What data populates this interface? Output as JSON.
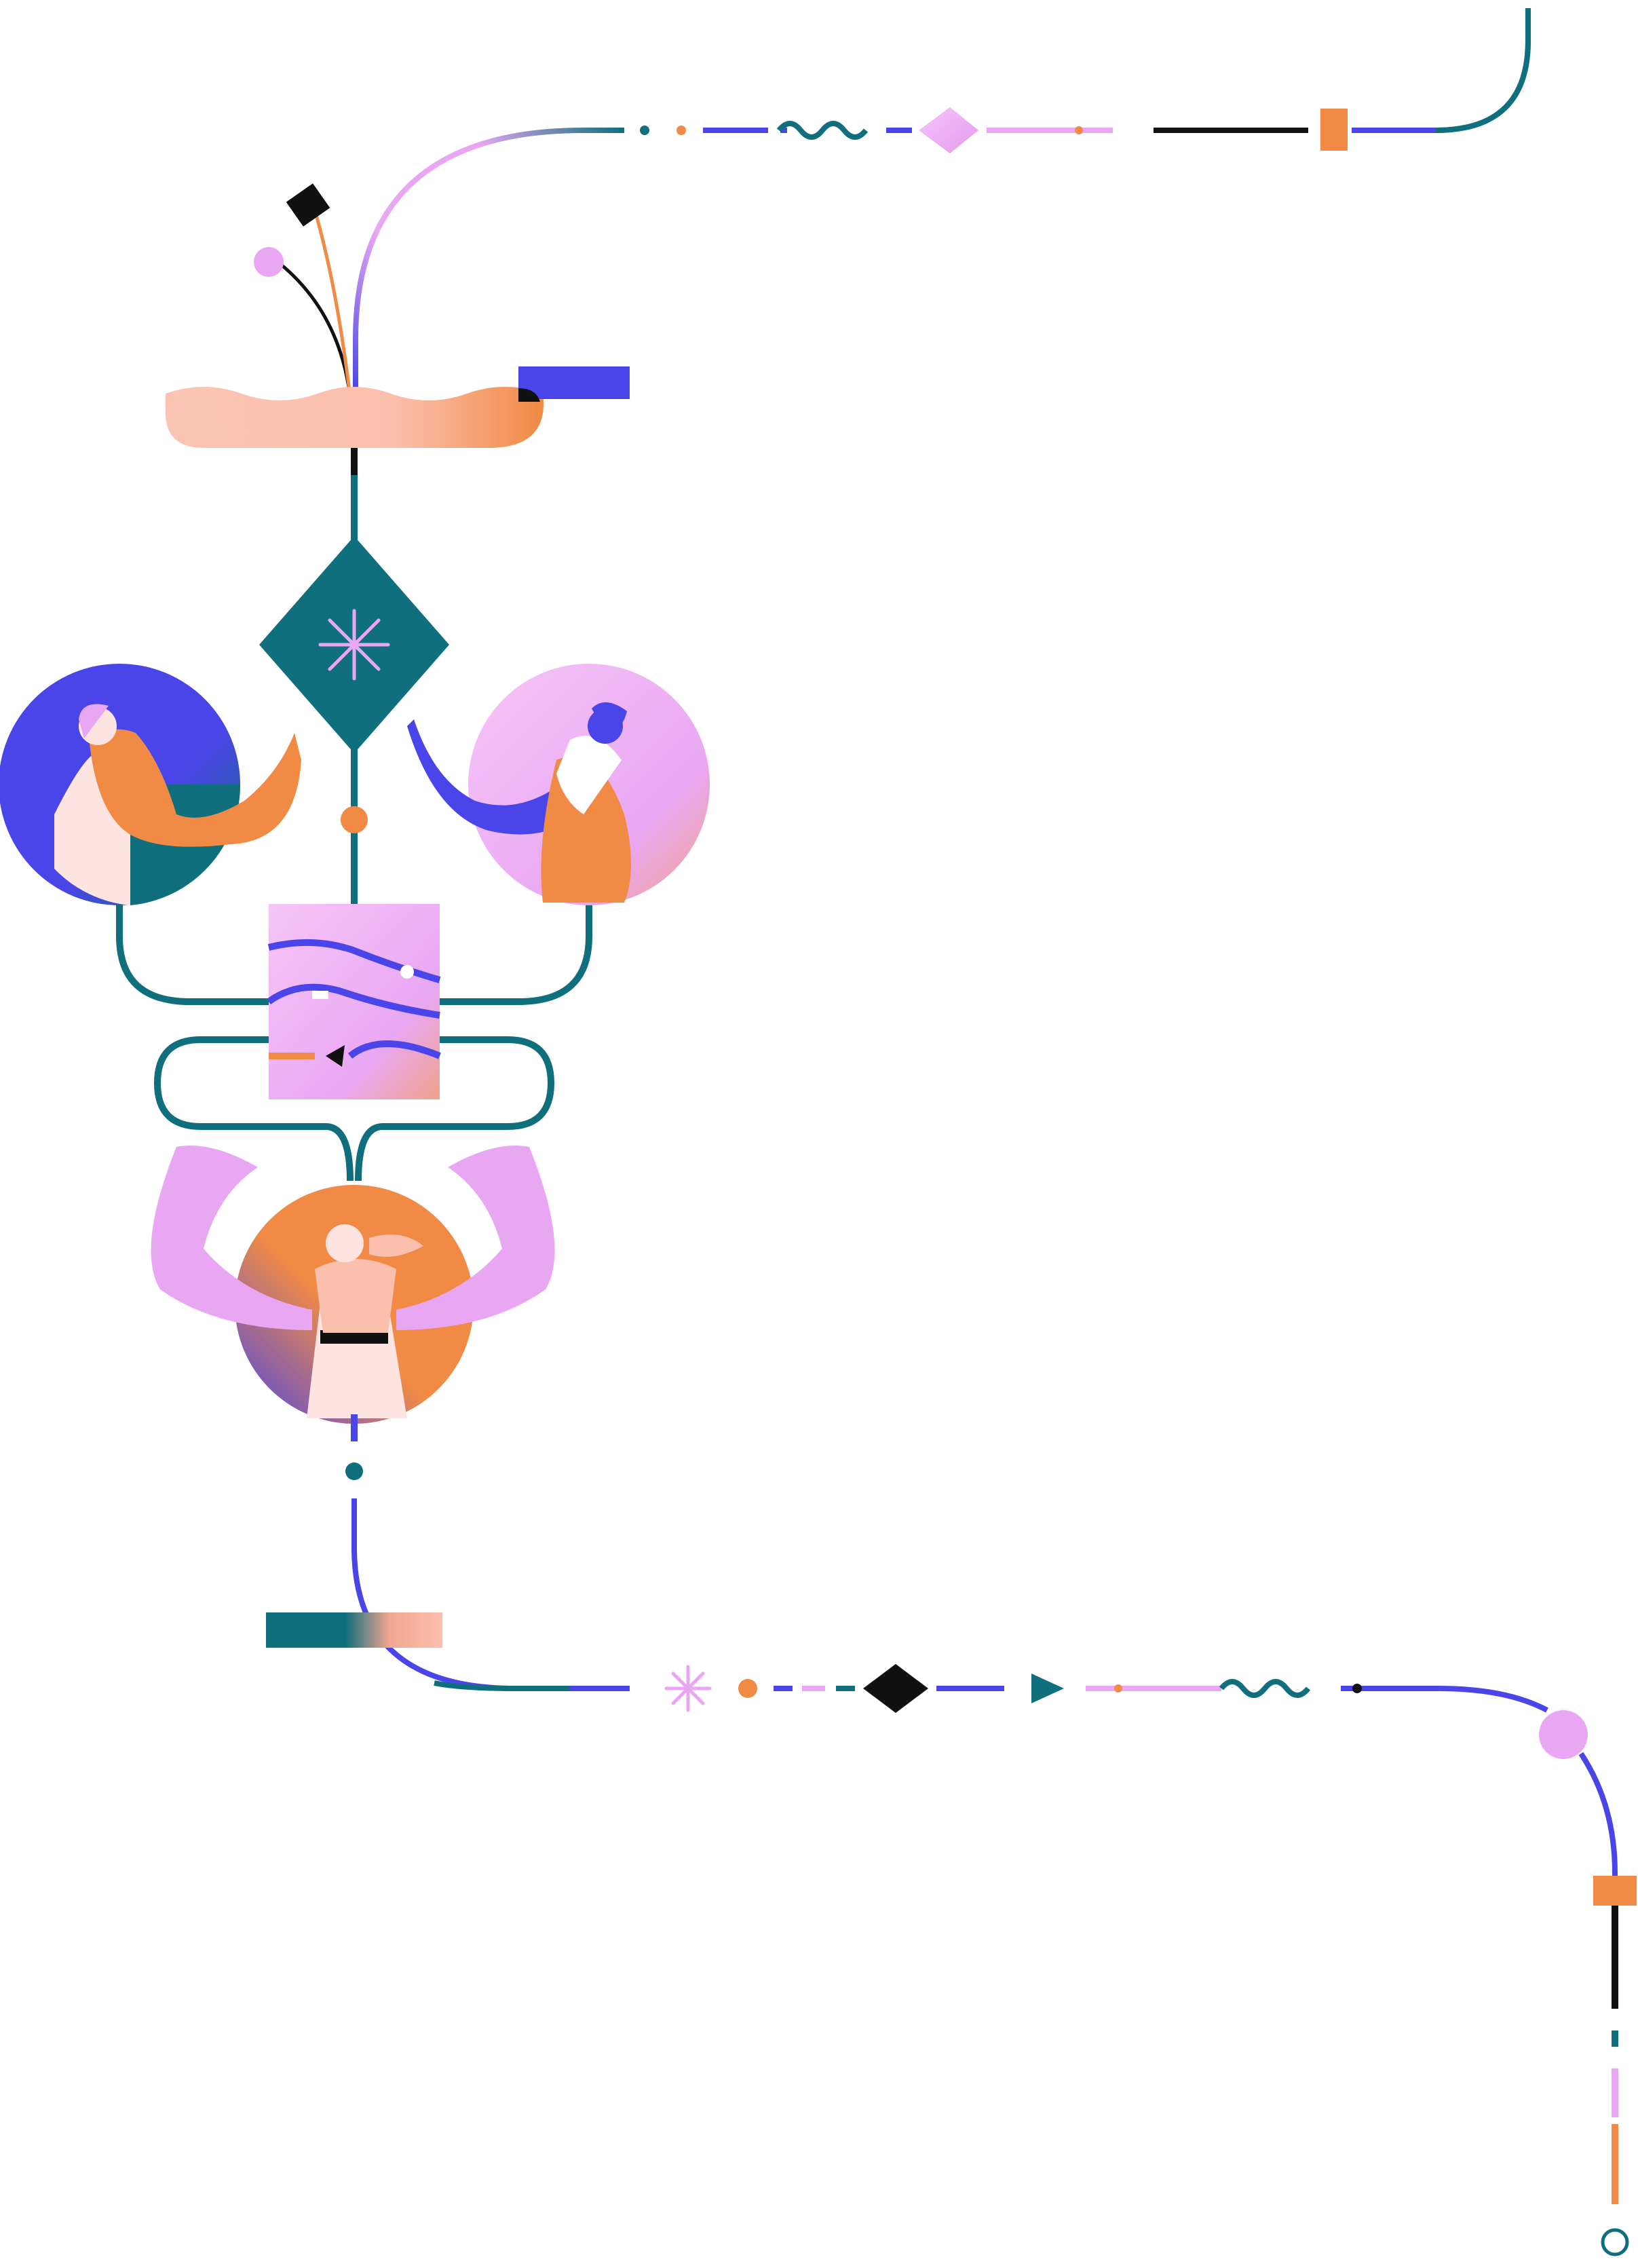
{
  "illustration": {
    "kind": "decorative-flow-illustration",
    "has_visible_text": false,
    "figures": [
      "person-left-circle",
      "person-right-circle",
      "person-bottom-circle"
    ]
  },
  "palette": {
    "teal": "#0f6f7c",
    "blue": "#4a45e8",
    "pink": "#e9a7f3",
    "orange": "#f08a45",
    "peach": "#fbbfae",
    "black": "#111111",
    "white": "#ffffff"
  },
  "icons": [
    "asterisk-icon",
    "diamond-icon",
    "triangle-icon",
    "wave-icon",
    "dot-icon",
    "ring-icon"
  ]
}
